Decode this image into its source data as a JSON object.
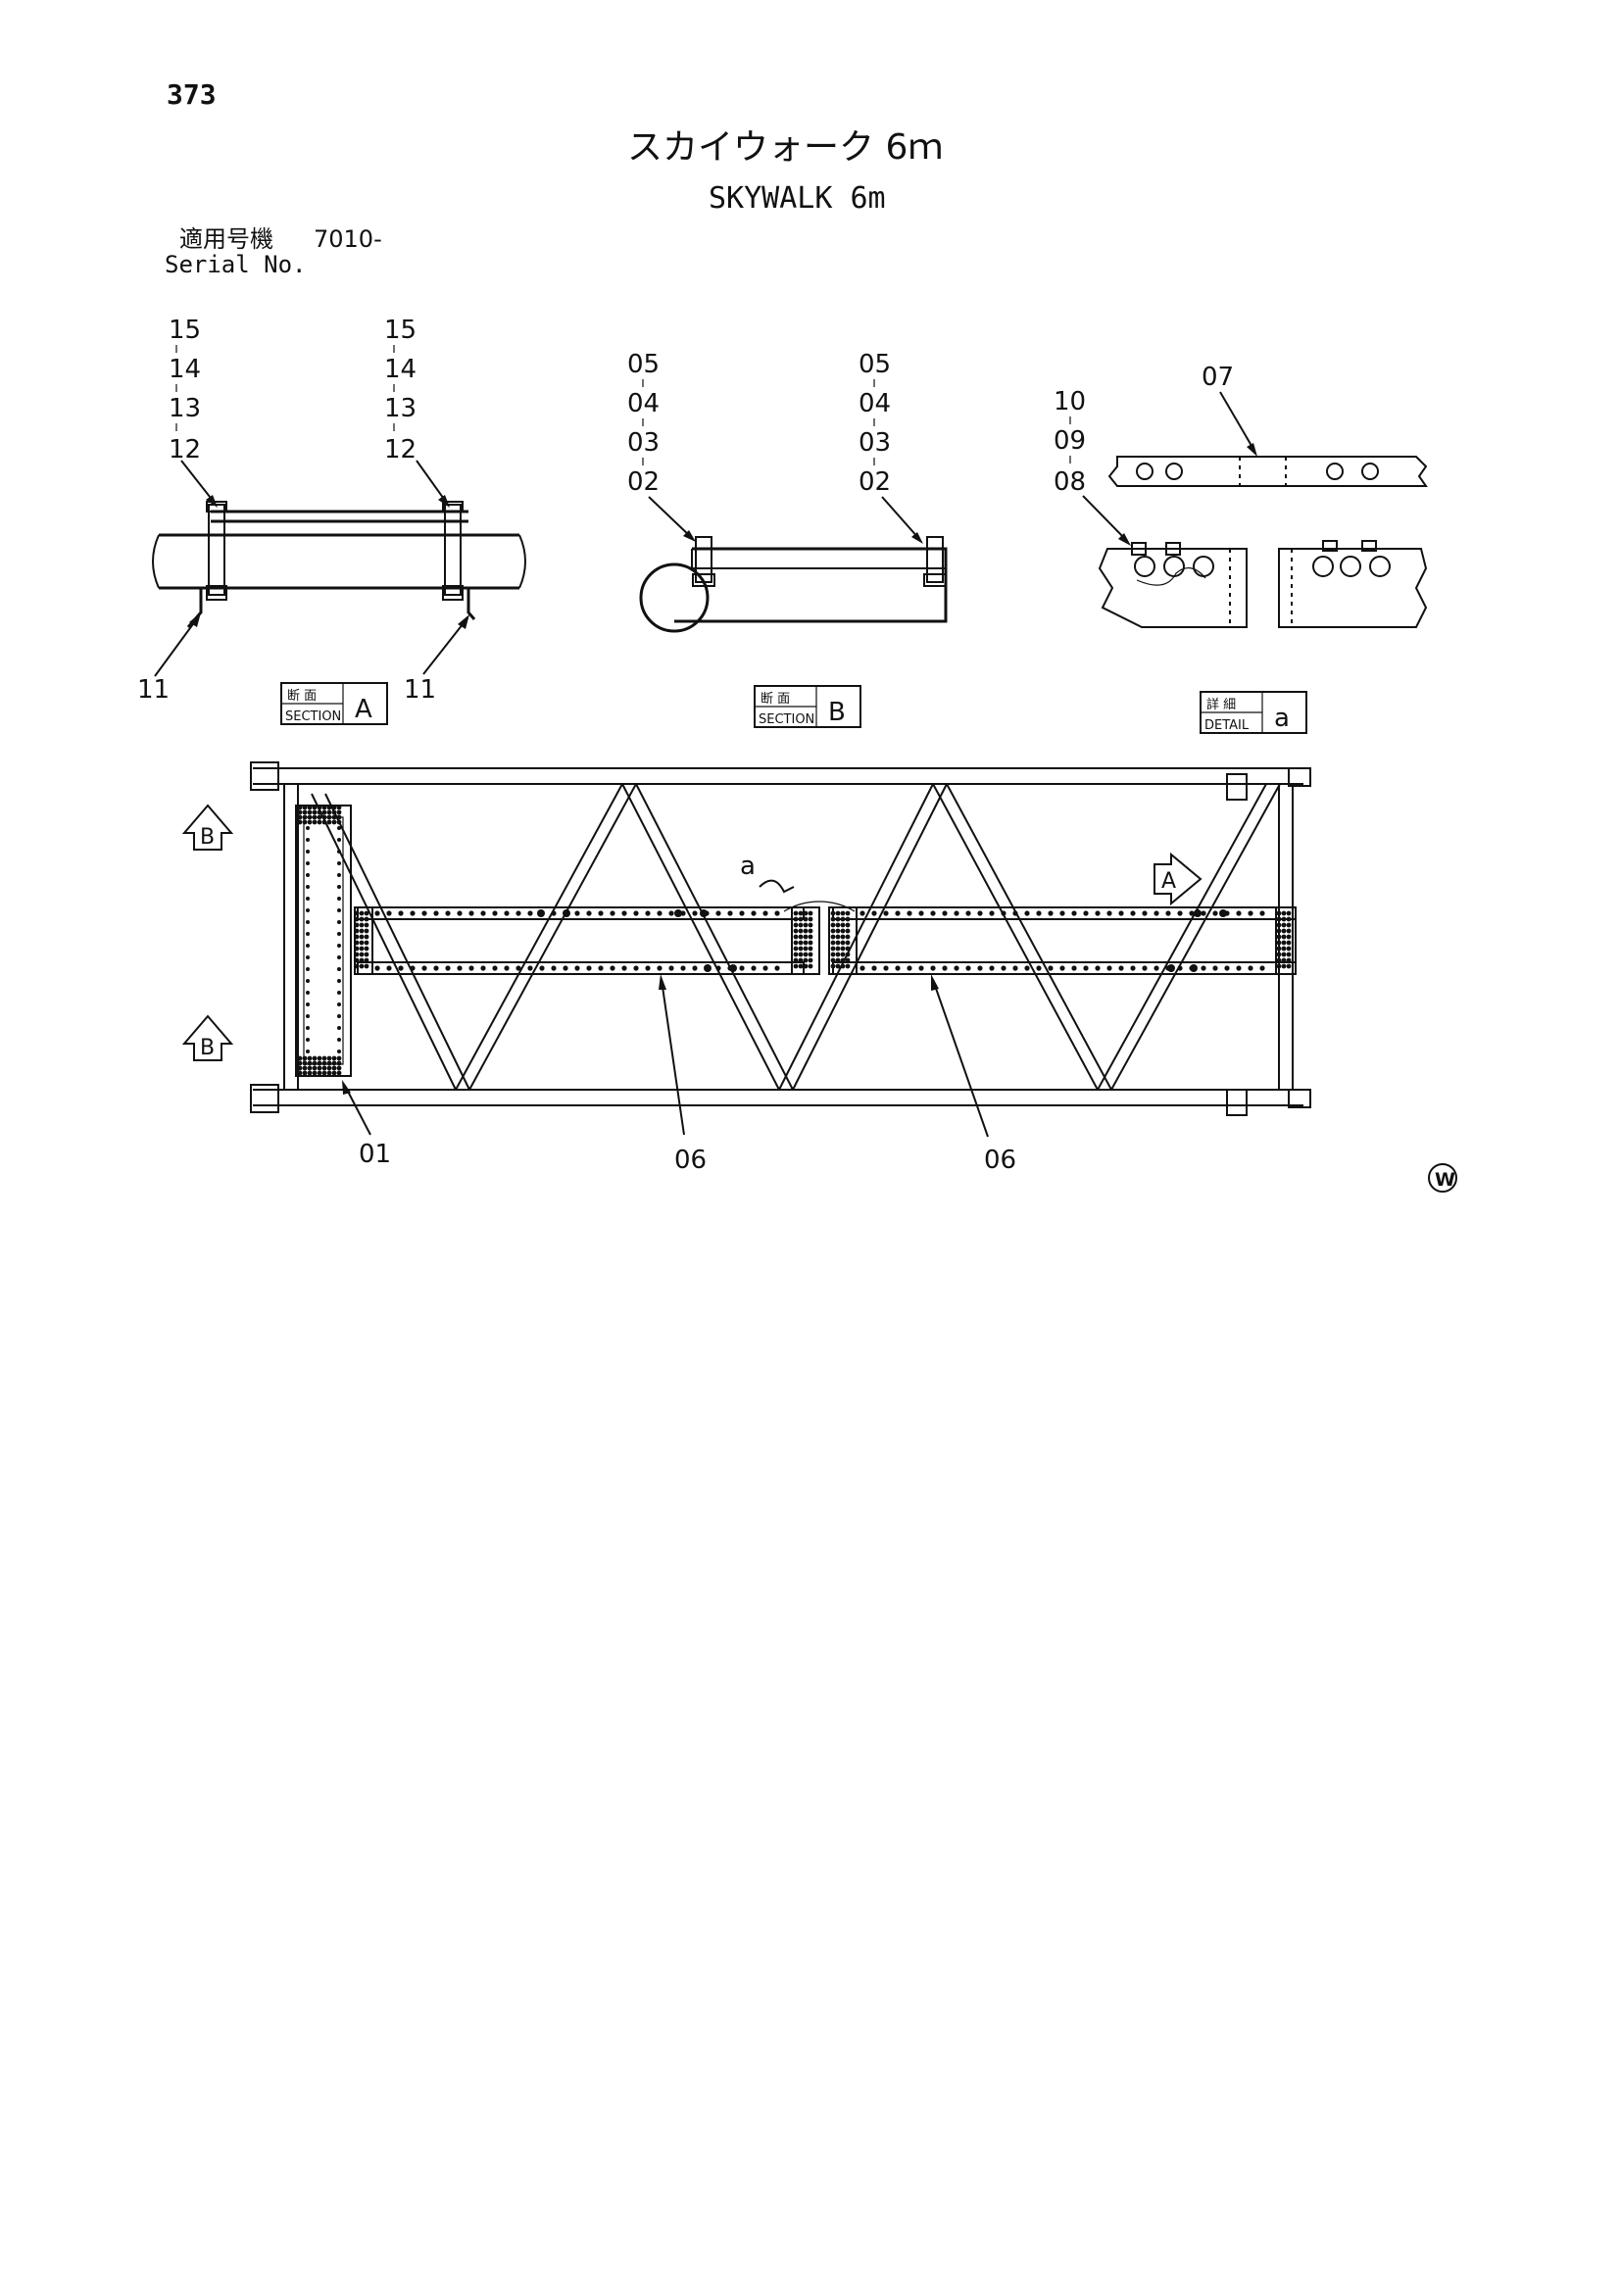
{
  "page_number": "373",
  "title_jp": "スカイウォーク 6ｍ",
  "title_en": "SKYWALK 6m",
  "serial_label_jp": "適用号機",
  "serial_value": "7010-",
  "serial_label_en": "Serial No.",
  "section_a": {
    "labels_left": [
      "15",
      "14",
      "13",
      "12"
    ],
    "labels_right": [
      "15",
      "14",
      "13",
      "12"
    ],
    "pointer_left": "11",
    "pointer_right": "11",
    "tag_jp": "断 面",
    "tag_en": "SECTION",
    "tag_letter": "A"
  },
  "section_b": {
    "labels_left": [
      "05",
      "04",
      "03",
      "02"
    ],
    "labels_right": [
      "05",
      "04",
      "03",
      "02"
    ],
    "tag_jp": "断 面",
    "tag_en": "SECTION",
    "tag_letter": "B"
  },
  "detail_a": {
    "labels": [
      "10",
      "09",
      "08"
    ],
    "label_top": "07",
    "tag_jp": "詳 細",
    "tag_en": "DETAIL",
    "tag_letter": "a"
  },
  "main_view": {
    "section_marker_b": "B",
    "section_marker_a": "A",
    "detail_marker": "a",
    "callouts": [
      "01",
      "06",
      "06"
    ]
  },
  "corner_mark": "W"
}
